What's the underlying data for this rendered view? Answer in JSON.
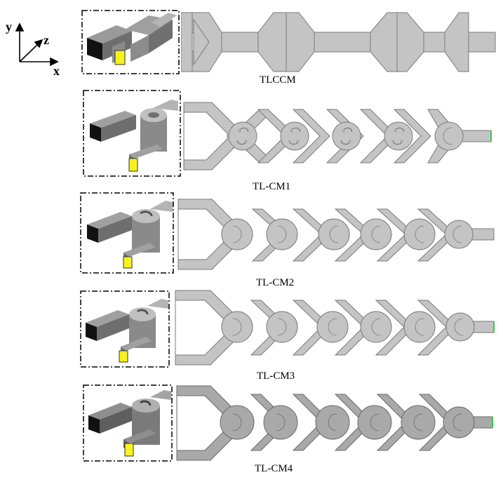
{
  "axes": {
    "x": "x",
    "y": "y",
    "z": "z"
  },
  "structures": [
    {
      "id": "tlccm",
      "caption": "TLCCM"
    },
    {
      "id": "tl-cm1",
      "caption": "TL-CM1"
    },
    {
      "id": "tl-cm2",
      "caption": "TL-CM2"
    },
    {
      "id": "tl-cm3",
      "caption": "TL-CM3"
    },
    {
      "id": "tl-cm4",
      "caption": "TL-CM4"
    }
  ],
  "colors": {
    "metal_light": "#c4c4c4",
    "metal_dark": "#a9a9a9",
    "edge": "#7a7a7a",
    "port": "#f7f21e",
    "port_dark": "#111111",
    "port_marker": "#2fd14a"
  }
}
